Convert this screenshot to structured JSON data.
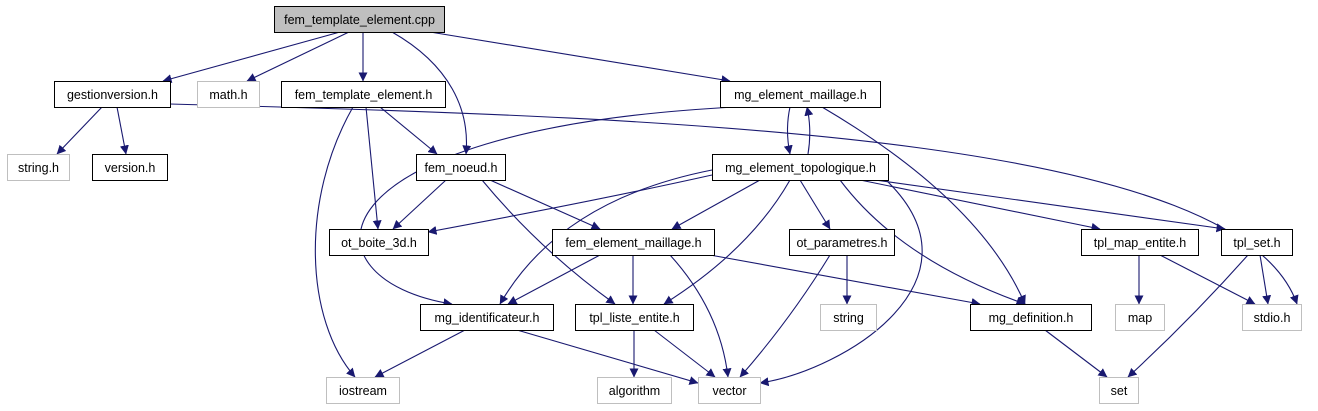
{
  "colors": {
    "edge": "#191970",
    "root_fill": "#bfbfbf",
    "node_border": "#000000",
    "external_border": "#bfbfbf",
    "external_text": "#404040",
    "background": "#ffffff"
  },
  "nodes": [
    {
      "id": "fem_template_element_cpp",
      "label": "fem_template_element.cpp",
      "kind": "root"
    },
    {
      "id": "gestionversion_h",
      "label": "gestionversion.h",
      "kind": "file"
    },
    {
      "id": "math_h",
      "label": "math.h",
      "kind": "external"
    },
    {
      "id": "fem_template_element_h",
      "label": "fem_template_element.h",
      "kind": "file"
    },
    {
      "id": "mg_element_maillage_h",
      "label": "mg_element_maillage.h",
      "kind": "file"
    },
    {
      "id": "string_h",
      "label": "string.h",
      "kind": "external"
    },
    {
      "id": "version_h",
      "label": "version.h",
      "kind": "file"
    },
    {
      "id": "fem_noeud_h",
      "label": "fem_noeud.h",
      "kind": "file"
    },
    {
      "id": "mg_element_topologique_h",
      "label": "mg_element_topologique.h",
      "kind": "file"
    },
    {
      "id": "ot_boite_3d_h",
      "label": "ot_boite_3d.h",
      "kind": "file"
    },
    {
      "id": "fem_element_maillage_h",
      "label": "fem_element_maillage.h",
      "kind": "file"
    },
    {
      "id": "ot_parametres_h",
      "label": "ot_parametres.h",
      "kind": "file"
    },
    {
      "id": "tpl_map_entite_h",
      "label": "tpl_map_entite.h",
      "kind": "file"
    },
    {
      "id": "tpl_set_h",
      "label": "tpl_set.h",
      "kind": "file"
    },
    {
      "id": "mg_identificateur_h",
      "label": "mg_identificateur.h",
      "kind": "file"
    },
    {
      "id": "tpl_liste_entite_h",
      "label": "tpl_liste_entite.h",
      "kind": "file"
    },
    {
      "id": "string",
      "label": "string",
      "kind": "external"
    },
    {
      "id": "mg_definition_h",
      "label": "mg_definition.h",
      "kind": "file"
    },
    {
      "id": "map",
      "label": "map",
      "kind": "external"
    },
    {
      "id": "stdio_h",
      "label": "stdio.h",
      "kind": "external"
    },
    {
      "id": "iostream",
      "label": "iostream",
      "kind": "external"
    },
    {
      "id": "algorithm",
      "label": "algorithm",
      "kind": "external"
    },
    {
      "id": "vector",
      "label": "vector",
      "kind": "external"
    },
    {
      "id": "set",
      "label": "set",
      "kind": "external"
    }
  ],
  "edges": [
    {
      "from": "fem_template_element_cpp",
      "to": "gestionversion_h"
    },
    {
      "from": "fem_template_element_cpp",
      "to": "math_h"
    },
    {
      "from": "fem_template_element_cpp",
      "to": "fem_template_element_h"
    },
    {
      "from": "fem_template_element_cpp",
      "to": "fem_noeud_h"
    },
    {
      "from": "fem_template_element_cpp",
      "to": "mg_element_maillage_h"
    },
    {
      "from": "gestionversion_h",
      "to": "string_h"
    },
    {
      "from": "gestionversion_h",
      "to": "version_h"
    },
    {
      "from": "gestionversion_h",
      "to": "stdio_h"
    },
    {
      "from": "fem_template_element_h",
      "to": "fem_noeud_h"
    },
    {
      "from": "fem_template_element_h",
      "to": "ot_boite_3d_h"
    },
    {
      "from": "fem_template_element_h",
      "to": "iostream"
    },
    {
      "from": "mg_element_maillage_h",
      "to": "mg_element_topologique_h"
    },
    {
      "from": "mg_element_maillage_h",
      "to": "mg_identificateur_h"
    },
    {
      "from": "mg_element_maillage_h",
      "to": "mg_definition_h"
    },
    {
      "from": "mg_element_topologique_h",
      "to": "mg_element_maillage_h"
    },
    {
      "from": "mg_element_topologique_h",
      "to": "ot_boite_3d_h"
    },
    {
      "from": "mg_element_topologique_h",
      "to": "fem_element_maillage_h"
    },
    {
      "from": "mg_element_topologique_h",
      "to": "mg_identificateur_h"
    },
    {
      "from": "mg_element_topologique_h",
      "to": "tpl_liste_entite_h"
    },
    {
      "from": "mg_element_topologique_h",
      "to": "ot_parametres_h"
    },
    {
      "from": "mg_element_topologique_h",
      "to": "mg_definition_h"
    },
    {
      "from": "mg_element_topologique_h",
      "to": "tpl_map_entite_h"
    },
    {
      "from": "mg_element_topologique_h",
      "to": "tpl_set_h"
    },
    {
      "from": "mg_element_topologique_h",
      "to": "vector"
    },
    {
      "from": "fem_noeud_h",
      "to": "ot_boite_3d_h"
    },
    {
      "from": "fem_noeud_h",
      "to": "fem_element_maillage_h"
    },
    {
      "from": "fem_noeud_h",
      "to": "tpl_liste_entite_h"
    },
    {
      "from": "fem_element_maillage_h",
      "to": "mg_identificateur_h"
    },
    {
      "from": "fem_element_maillage_h",
      "to": "tpl_liste_entite_h"
    },
    {
      "from": "fem_element_maillage_h",
      "to": "mg_definition_h"
    },
    {
      "from": "fem_element_maillage_h",
      "to": "vector"
    },
    {
      "from": "ot_parametres_h",
      "to": "string"
    },
    {
      "from": "ot_parametres_h",
      "to": "vector"
    },
    {
      "from": "tpl_map_entite_h",
      "to": "map"
    },
    {
      "from": "tpl_map_entite_h",
      "to": "stdio_h"
    },
    {
      "from": "tpl_set_h",
      "to": "stdio_h"
    },
    {
      "from": "tpl_set_h",
      "to": "set"
    },
    {
      "from": "mg_identificateur_h",
      "to": "iostream"
    },
    {
      "from": "mg_identificateur_h",
      "to": "vector"
    },
    {
      "from": "tpl_liste_entite_h",
      "to": "algorithm"
    },
    {
      "from": "tpl_liste_entite_h",
      "to": "vector"
    },
    {
      "from": "mg_definition_h",
      "to": "set"
    }
  ]
}
